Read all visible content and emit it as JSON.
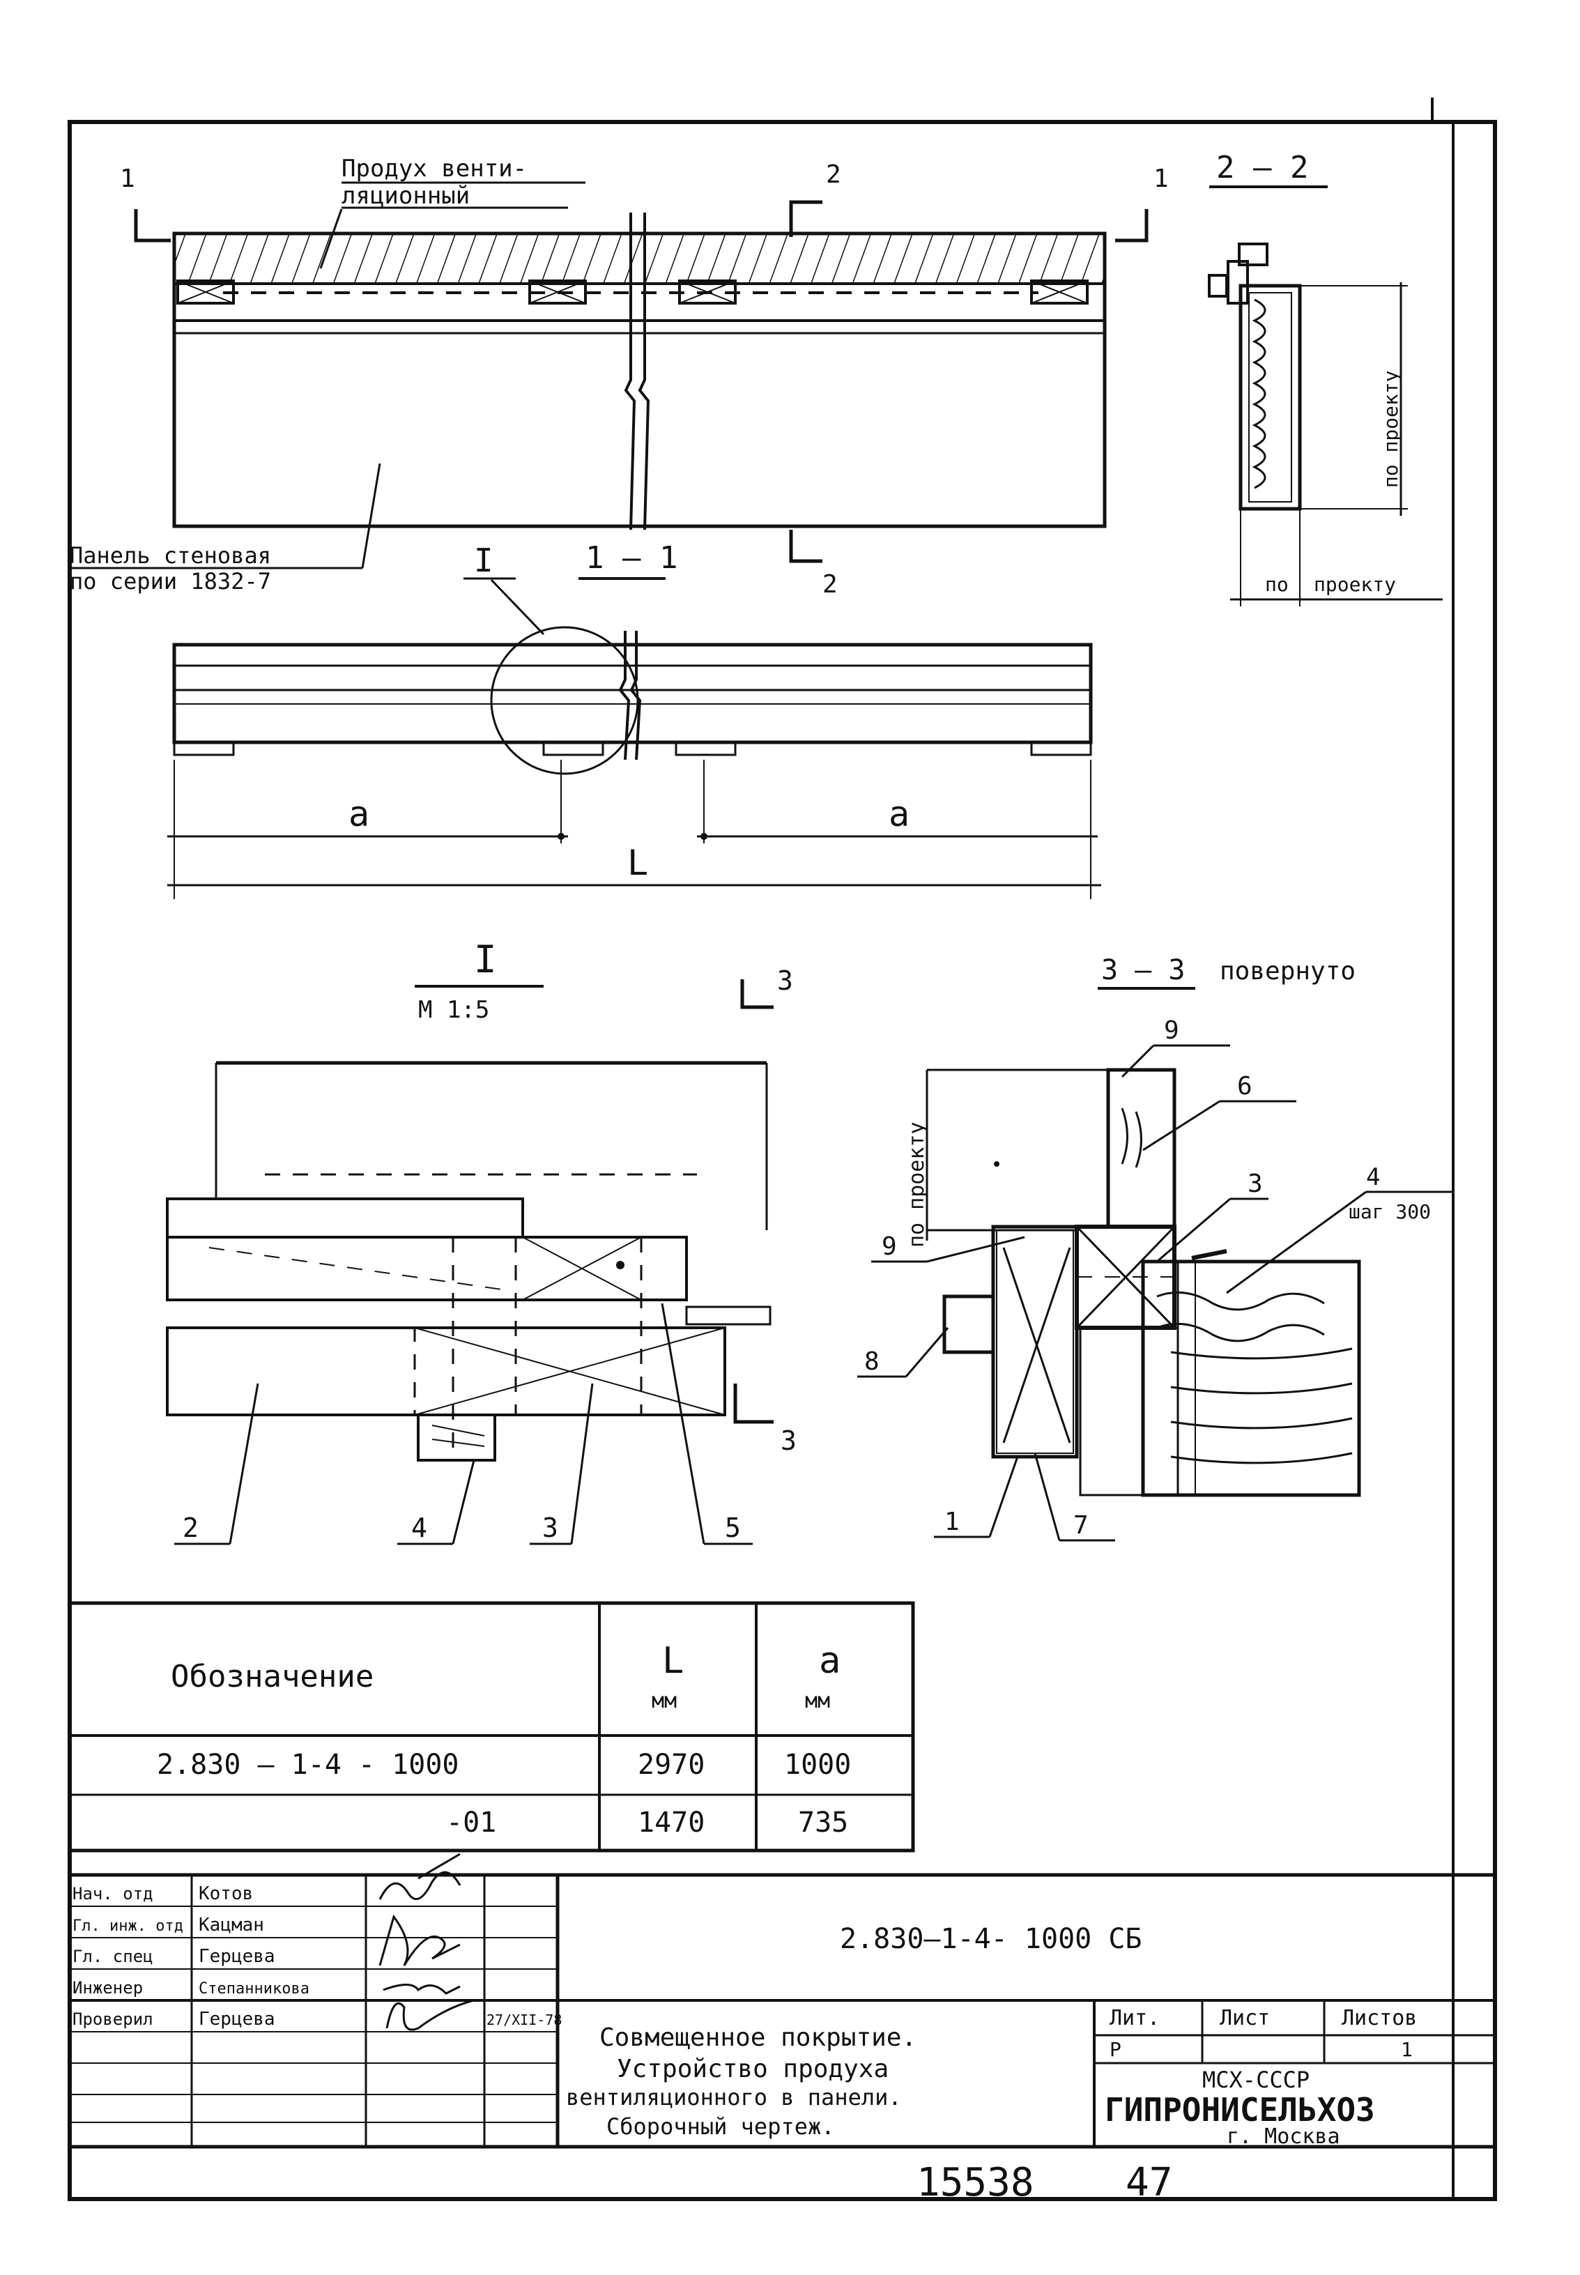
{
  "plan": {
    "label_duct": [
      "Продух венти-",
      "ляционный"
    ],
    "label_panel": [
      "Панель стеновая",
      "по серии 1832-7"
    ],
    "cut_1": "1",
    "cut_2": "2"
  },
  "section_1_1": {
    "title": "1 — 1",
    "node_mark": "I",
    "dim_a": "a",
    "dim_L": "L"
  },
  "section_2_2": {
    "title": "2 — 2",
    "dim_height": "по проекту",
    "dim_width_1": "по",
    "dim_width_2": "проекту"
  },
  "node_I": {
    "title": "I",
    "scale": "М 1:5",
    "cut_3": "3",
    "callouts": [
      "2",
      "4",
      "3",
      "5"
    ]
  },
  "section_3_3": {
    "title": "3 — 3",
    "subtitle": "повернуто",
    "dim_height": "по проекту",
    "callouts": [
      "9",
      "6",
      "3",
      "9",
      "8",
      "1",
      "7"
    ],
    "callout_4": "4",
    "step_note": "шаг 300"
  },
  "spec_table": {
    "headers": {
      "designation": "Обозначение",
      "L": "L",
      "L_unit": "мм",
      "a": "a",
      "a_unit": "мм"
    },
    "rows": [
      {
        "designation": "2.830 — 1-4 - 1000",
        "L": "2970",
        "a": "1000"
      },
      {
        "designation": "-01",
        "L": "1470",
        "a": "735"
      }
    ]
  },
  "title_block": {
    "roles": [
      {
        "role": "Нач. отд",
        "name": "Котов"
      },
      {
        "role": "Гл. инж. отд",
        "name": "Кацман"
      },
      {
        "role": "Гл. спец",
        "name": "Герцева"
      },
      {
        "role": "Инженер",
        "name": "Степанникова"
      },
      {
        "role": "Проверил",
        "name": "Герцева"
      }
    ],
    "date": "27/XII-78",
    "document_code": "2.830—1-4- 1000 СБ",
    "description": [
      "Совмещенное покрытие.",
      "Устройство продуха",
      "вентиляционного в панели.",
      "Сборочный чертеж."
    ],
    "stage_label": "Лит.",
    "sheet_label": "Лист",
    "sheets_label": "Листов",
    "stage_value": "Р",
    "sheets_value": "1",
    "org_ministry": "МСХ-СССР",
    "org_name": "ГИПРОНИСЕЛЬХОЗ",
    "org_city": "г. Москва"
  },
  "footer": {
    "inventory_no": "15538",
    "page_no": "47"
  }
}
